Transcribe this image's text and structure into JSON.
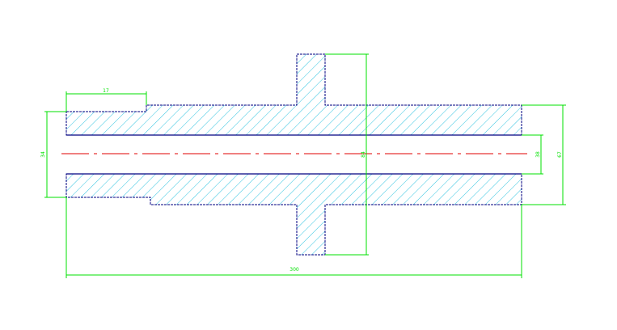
{
  "colors": {
    "background": "#ffffff",
    "outline": "#000080",
    "hatch": "#33c4e0",
    "dimension": "#00e000",
    "centerline": "#e00000"
  },
  "dimensions": {
    "top_left_step_length": "17",
    "left_end_diameter": "34",
    "flange_diameter": "84",
    "bore_diameter": "38",
    "right_end_diameter": "67",
    "overall_length": "300"
  }
}
